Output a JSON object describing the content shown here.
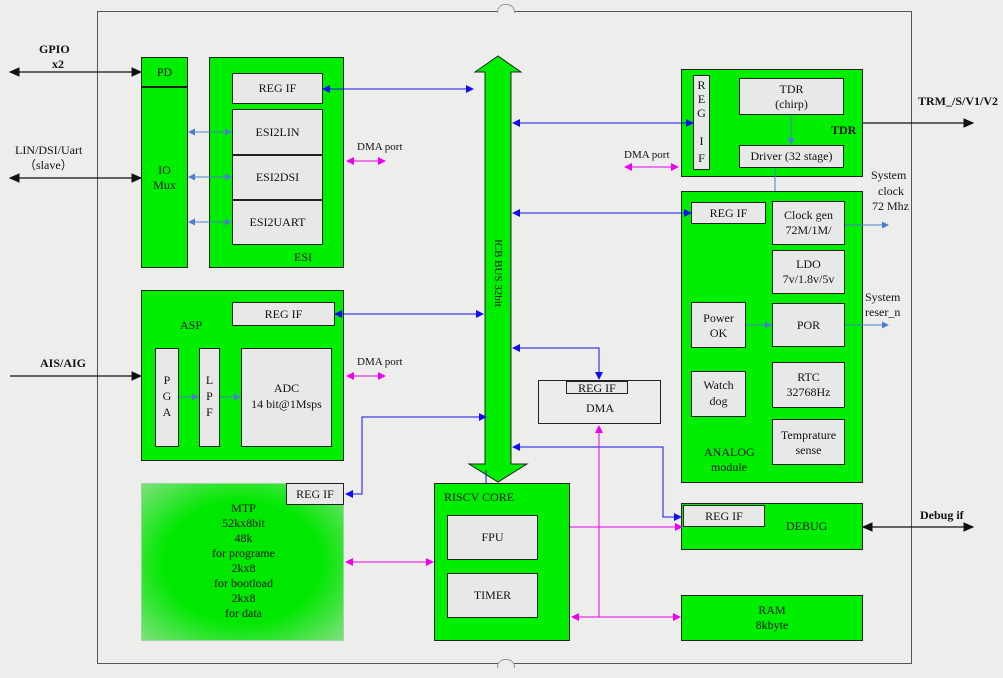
{
  "external": {
    "gpio": "GPIO",
    "gpio_x2": "x2",
    "lin": "LIN/DSI/Uart",
    "lin_slave": "（slave）",
    "ais": "AIS/AIG",
    "trm": "TRM_/S/V1/V2",
    "debug_if": "Debug if",
    "sys_clock": "System",
    "sys_clock2": "clock",
    "sys_clock3": "72 Mhz",
    "sys_reset": "System",
    "sys_reset2": "reser_n"
  },
  "blocks": {
    "pd": "PD",
    "io_mux": "IO",
    "io_mux2": "Mux",
    "esi": "ESI",
    "esi_regif": "REG IF",
    "esi2lin": "ESI2LIN",
    "esi2dsi": "ESI2DSI",
    "esi2uart": "ESI2UART",
    "asp": "ASP",
    "asp_regif": "REG IF",
    "pga": [
      "P",
      "G",
      "A"
    ],
    "lpf": [
      "L",
      "P",
      "F"
    ],
    "adc": "ADC",
    "adc2": "14 bit@1Msps",
    "dma_port1": "DMA port",
    "dma_port2": "DMA port",
    "dma_port3": "DMA port",
    "bus": "ICB BUS 32bit",
    "tdr": "TDR",
    "tdr_box": "TDR",
    "tdr_chirp": "(chirp)",
    "tdr_driver": "Driver (32 stage)",
    "tdr_regif": [
      "R",
      "E",
      "G",
      "",
      "I",
      "F"
    ],
    "analog_regif": "REG IF",
    "clock_gen": "Clock gen",
    "clock_gen2": "72M/1M/",
    "ldo": "LDO",
    "ldo2": "7v/1.8v/5v",
    "power_ok": "Power",
    "power_ok2": "OK",
    "por": "POR",
    "watchdog": "Watch",
    "watchdog2": "dog",
    "rtc": "RTC",
    "rtc2": "32768Hz",
    "temp": "Temprature",
    "temp2": "sense",
    "analog": "ANALOG",
    "analog2": "module",
    "dma_regif": "REG IF",
    "dma": "DMA",
    "mtp_regif": "REG IF",
    "mtp_lines": [
      "MTP",
      "52kx8bit",
      "48k",
      "for programe",
      "2kx8",
      "for bootload",
      "2kx8",
      "for data"
    ],
    "riscv": "RISCV CORE",
    "fpu": "FPU",
    "timer": "TIMER",
    "debug_regif": "REG IF",
    "debug": "DEBUG",
    "ram": "RAM",
    "ram2": "8kbyte"
  },
  "colors": {
    "block_green": "#00ee00",
    "bus_blue": "#1010ee",
    "dma_magenta": "#ee00ee",
    "internal_blue": "#4a7fd0"
  }
}
